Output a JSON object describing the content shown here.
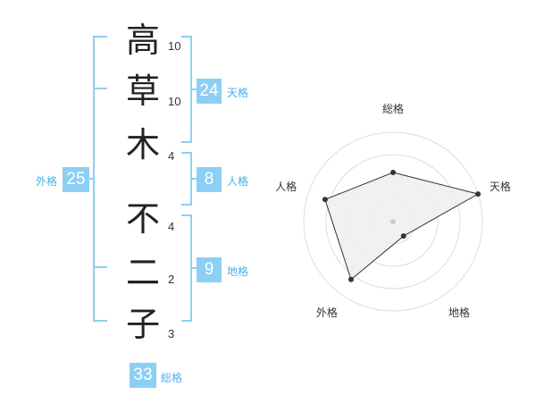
{
  "name": {
    "characters": [
      {
        "char": "高",
        "strokes": "10"
      },
      {
        "char": "草",
        "strokes": "10"
      },
      {
        "char": "木",
        "strokes": "4"
      },
      {
        "char": "不",
        "strokes": "4"
      },
      {
        "char": "二",
        "strokes": "2"
      },
      {
        "char": "子",
        "strokes": "3"
      }
    ]
  },
  "kaku": {
    "tenkaku": {
      "label": "天格",
      "value": "24"
    },
    "jinkaku": {
      "label": "人格",
      "value": "8"
    },
    "chikaku": {
      "label": "地格",
      "value": "9"
    },
    "gaikaku": {
      "label": "外格",
      "value": "25"
    },
    "soukaku": {
      "label": "総格",
      "value": "33"
    }
  },
  "chart_data": {
    "type": "radar",
    "axes": [
      "総格",
      "天格",
      "地格",
      "外格",
      "人格"
    ],
    "values": [
      0.55,
      1.0,
      0.2,
      0.8,
      0.8
    ],
    "rings": 4,
    "colors": {
      "fill": "#eeeeee",
      "stroke": "#333333",
      "ring": "#dddddd",
      "point": "#333333"
    }
  }
}
